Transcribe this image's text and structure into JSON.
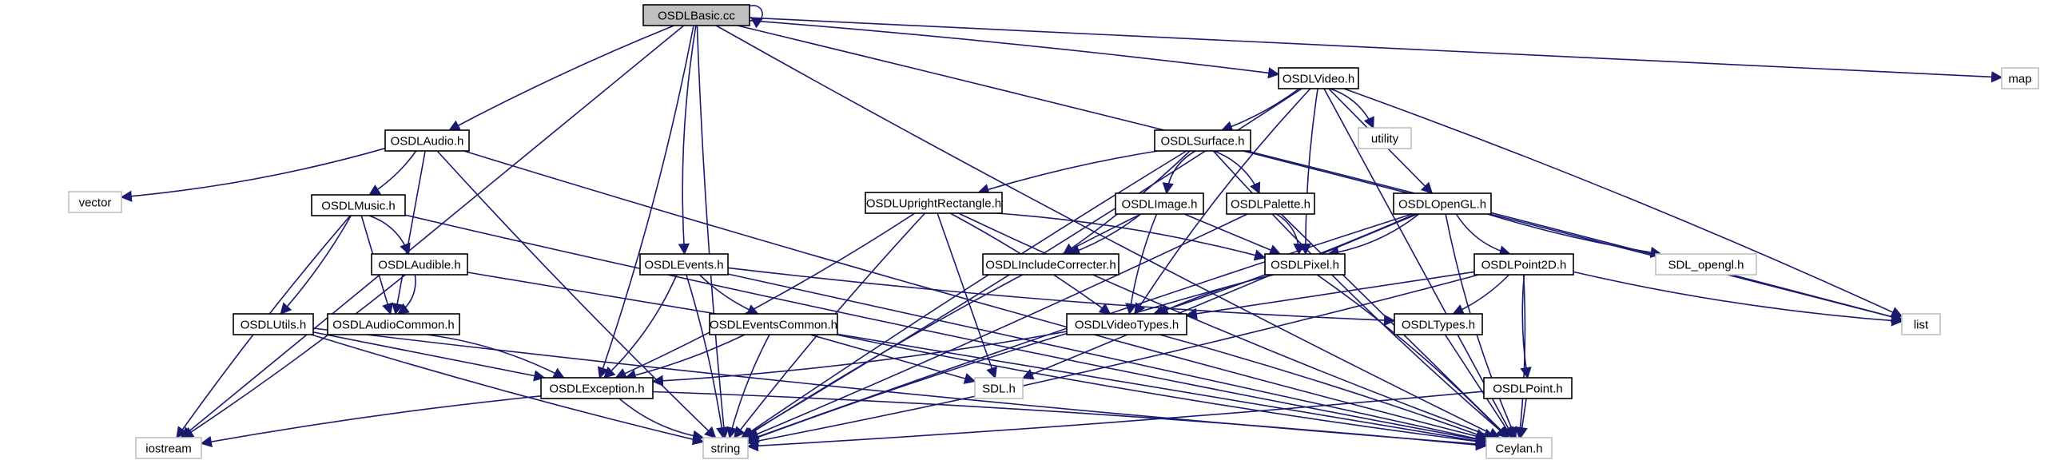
{
  "colors": {
    "edge": "#191970",
    "root_fill": "#bfbfbf",
    "node_border": "#000000",
    "external_border": "#bfbfbf"
  },
  "nodes": [
    {
      "id": "basic",
      "label": "OSDLBasic.cc",
      "kind": "root"
    },
    {
      "id": "video",
      "label": "OSDLVideo.h",
      "kind": "file"
    },
    {
      "id": "map",
      "label": "map",
      "kind": "external"
    },
    {
      "id": "utility",
      "label": "utility",
      "kind": "external"
    },
    {
      "id": "surface",
      "label": "OSDLSurface.h",
      "kind": "file"
    },
    {
      "id": "audio",
      "label": "OSDLAudio.h",
      "kind": "file"
    },
    {
      "id": "vector",
      "label": "vector",
      "kind": "external"
    },
    {
      "id": "music",
      "label": "OSDLMusic.h",
      "kind": "file"
    },
    {
      "id": "upright",
      "label": "OSDLUprightRectangle.h",
      "kind": "file"
    },
    {
      "id": "image",
      "label": "OSDLImage.h",
      "kind": "file"
    },
    {
      "id": "palette",
      "label": "OSDLPalette.h",
      "kind": "file"
    },
    {
      "id": "opengl",
      "label": "OSDLOpenGL.h",
      "kind": "file"
    },
    {
      "id": "sdlopengl",
      "label": "SDL_opengl.h",
      "kind": "external"
    },
    {
      "id": "audible",
      "label": "OSDLAudible.h",
      "kind": "file"
    },
    {
      "id": "events",
      "label": "OSDLEvents.h",
      "kind": "file"
    },
    {
      "id": "pixel",
      "label": "OSDLPixel.h",
      "kind": "file"
    },
    {
      "id": "point2d",
      "label": "OSDLPoint2D.h",
      "kind": "file"
    },
    {
      "id": "includecorr",
      "label": "OSDLIncludeCorrecter.h",
      "kind": "file"
    },
    {
      "id": "utils",
      "label": "OSDLUtils.h",
      "kind": "file"
    },
    {
      "id": "audiocommon",
      "label": "OSDLAudioCommon.h",
      "kind": "file"
    },
    {
      "id": "eventscommon",
      "label": "OSDLEventsCommon.h",
      "kind": "file"
    },
    {
      "id": "videotypes",
      "label": "OSDLVideoTypes.h",
      "kind": "file"
    },
    {
      "id": "types",
      "label": "OSDLTypes.h",
      "kind": "file"
    },
    {
      "id": "list",
      "label": "list",
      "kind": "external"
    },
    {
      "id": "exception",
      "label": "OSDLException.h",
      "kind": "file"
    },
    {
      "id": "sdl",
      "label": "SDL.h",
      "kind": "external"
    },
    {
      "id": "point",
      "label": "OSDLPoint.h",
      "kind": "file"
    },
    {
      "id": "iostream",
      "label": "iostream",
      "kind": "external"
    },
    {
      "id": "string",
      "label": "string",
      "kind": "external"
    },
    {
      "id": "ceylan",
      "label": "Ceylan.h",
      "kind": "external"
    }
  ],
  "edges": [
    [
      "basic",
      "basic"
    ],
    [
      "basic",
      "video"
    ],
    [
      "basic",
      "map"
    ],
    [
      "basic",
      "audio"
    ],
    [
      "basic",
      "events"
    ],
    [
      "basic",
      "exception"
    ],
    [
      "basic",
      "list"
    ],
    [
      "basic",
      "iostream"
    ],
    [
      "basic",
      "string"
    ],
    [
      "basic",
      "ceylan"
    ],
    [
      "video",
      "utility"
    ],
    [
      "video",
      "surface"
    ],
    [
      "video",
      "opengl"
    ],
    [
      "video",
      "pixel"
    ],
    [
      "video",
      "videotypes"
    ],
    [
      "video",
      "list"
    ],
    [
      "video",
      "string"
    ],
    [
      "video",
      "ceylan"
    ],
    [
      "surface",
      "upright"
    ],
    [
      "surface",
      "image"
    ],
    [
      "surface",
      "palette"
    ],
    [
      "surface",
      "includecorr"
    ],
    [
      "surface",
      "list"
    ],
    [
      "surface",
      "string"
    ],
    [
      "surface",
      "ceylan"
    ],
    [
      "audio",
      "vector"
    ],
    [
      "audio",
      "music"
    ],
    [
      "audio",
      "audiocommon"
    ],
    [
      "audio",
      "string"
    ],
    [
      "audio",
      "ceylan"
    ],
    [
      "music",
      "audible"
    ],
    [
      "music",
      "utils"
    ],
    [
      "music",
      "audiocommon"
    ],
    [
      "music",
      "iostream"
    ],
    [
      "music",
      "ceylan"
    ],
    [
      "upright",
      "pixel"
    ],
    [
      "upright",
      "videotypes"
    ],
    [
      "upright",
      "sdl"
    ],
    [
      "upright",
      "string"
    ],
    [
      "upright",
      "ceylan"
    ],
    [
      "upright",
      "exception"
    ],
    [
      "image",
      "includecorr"
    ],
    [
      "image",
      "pixel"
    ],
    [
      "image",
      "videotypes"
    ],
    [
      "image",
      "string"
    ],
    [
      "palette",
      "pixel"
    ],
    [
      "palette",
      "string"
    ],
    [
      "palette",
      "ceylan"
    ],
    [
      "opengl",
      "sdlopengl"
    ],
    [
      "opengl",
      "point2d"
    ],
    [
      "opengl",
      "pixel"
    ],
    [
      "opengl",
      "videotypes"
    ],
    [
      "opengl",
      "sdl"
    ],
    [
      "opengl",
      "string"
    ],
    [
      "opengl",
      "ceylan"
    ],
    [
      "audible",
      "audiocommon"
    ],
    [
      "audible",
      "iostream"
    ],
    [
      "audible",
      "ceylan"
    ],
    [
      "events",
      "eventscommon"
    ],
    [
      "events",
      "types"
    ],
    [
      "events",
      "exception"
    ],
    [
      "events",
      "string"
    ],
    [
      "events",
      "ceylan"
    ],
    [
      "pixel",
      "videotypes"
    ],
    [
      "pixel",
      "string"
    ],
    [
      "pixel",
      "ceylan"
    ],
    [
      "point2d",
      "types"
    ],
    [
      "point2d",
      "videotypes"
    ],
    [
      "point2d",
      "point"
    ],
    [
      "point2d",
      "list"
    ],
    [
      "point2d",
      "string"
    ],
    [
      "point2d",
      "ceylan"
    ],
    [
      "utils",
      "exception"
    ],
    [
      "utils",
      "string"
    ],
    [
      "utils",
      "ceylan"
    ],
    [
      "audiocommon",
      "exception"
    ],
    [
      "eventscommon",
      "exception"
    ],
    [
      "eventscommon",
      "sdl"
    ],
    [
      "eventscommon",
      "string"
    ],
    [
      "eventscommon",
      "ceylan"
    ],
    [
      "videotypes",
      "exception"
    ],
    [
      "videotypes",
      "ceylan"
    ],
    [
      "types",
      "ceylan"
    ],
    [
      "exception",
      "iostream"
    ],
    [
      "exception",
      "string"
    ],
    [
      "exception",
      "ceylan"
    ],
    [
      "point",
      "string"
    ],
    [
      "point",
      "ceylan"
    ]
  ]
}
